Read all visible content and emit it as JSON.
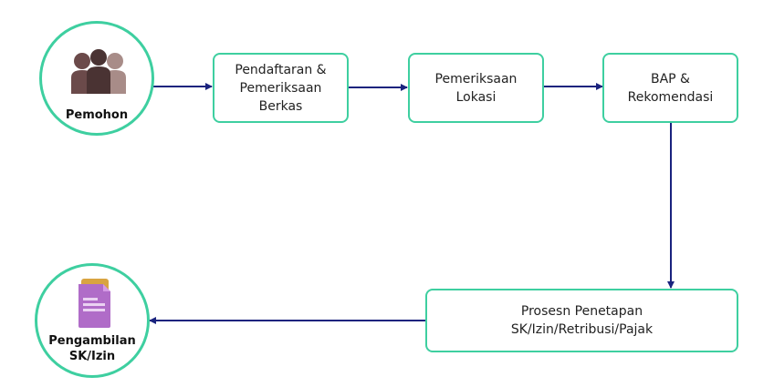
{
  "nodes": {
    "applicant": {
      "label": "Pemohon",
      "icon": "people-icon"
    },
    "registration": {
      "label": "Pendaftaran &\nPemeriksaan\nBerkas"
    },
    "location_check": {
      "label": "Pemeriksaan\nLokasi"
    },
    "recommendation": {
      "label": "BAP &\nRekomendasi"
    },
    "determination": {
      "label": "Prosesn Penetapan\nSK/Izin/Retribusi/Pajak"
    },
    "pickup": {
      "label": "Pengambilan\nSK/Izin",
      "icon": "document-icon"
    }
  },
  "colors": {
    "node_border": "#3ecfa0",
    "arrow": "#1a237e",
    "doc_icon": "#b06cc8"
  }
}
